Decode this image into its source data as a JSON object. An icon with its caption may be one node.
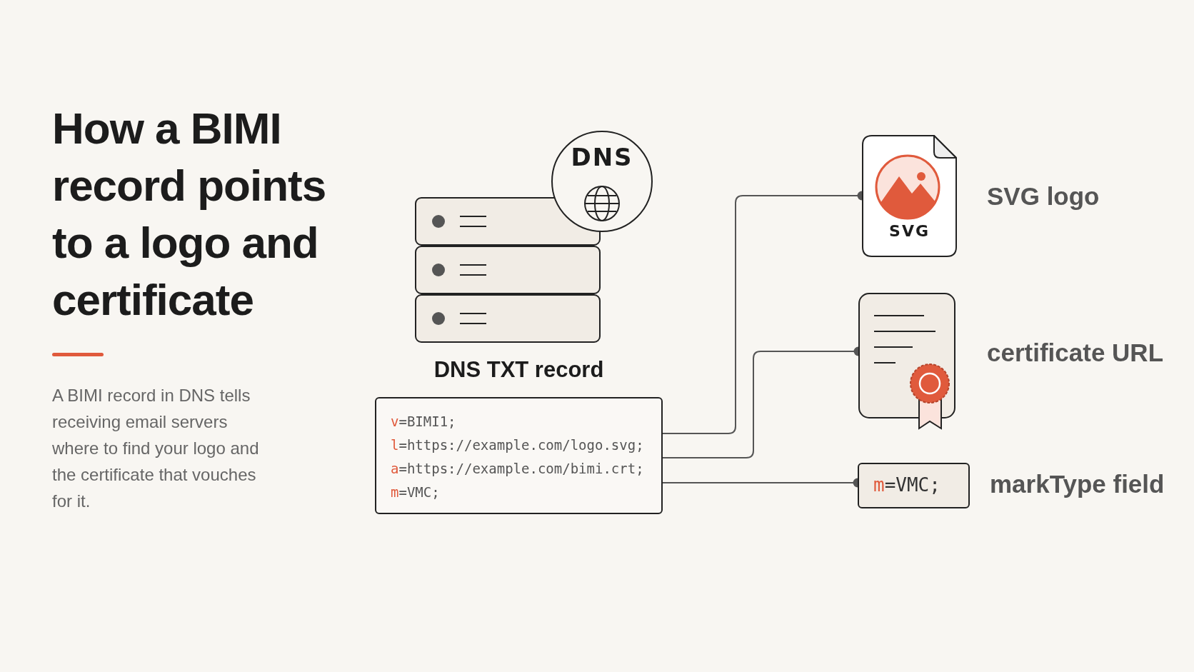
{
  "diagram": {
    "title": "How a BIMI record points to a logo and certificate",
    "nodes": [
      {
        "text": [
          "DNS"
        ]
      },
      {
        "text": [
          "DNS TXT record",
          "v=BIMI1;",
          "l=https://example.com/logo.svg;",
          "a=https://example.com/bimi.crt;",
          "m=VMC;"
        ]
      },
      {
        "text": [
          "SVG"
        ],
        "beside": [
          "SVG logo"
        ]
      },
      {
        "text": [],
        "shape": "document",
        "beside": [
          "certificate URL"
        ]
      },
      {
        "text": [
          "m=VMC;"
        ],
        "beside": [
          "markType field"
        ]
      }
    ],
    "edges": [
      {
        "from": 1,
        "to": 2,
        "arrow": "other"
      },
      {
        "from": 1,
        "to": 3,
        "arrow": "other"
      },
      {
        "from": 1,
        "to": 4,
        "arrow": "other"
      }
    ],
    "labels": [
      "A BIMI record in DNS tells receiving email servers where to find your logo and the certificate that vouches for it."
    ]
  }
}
